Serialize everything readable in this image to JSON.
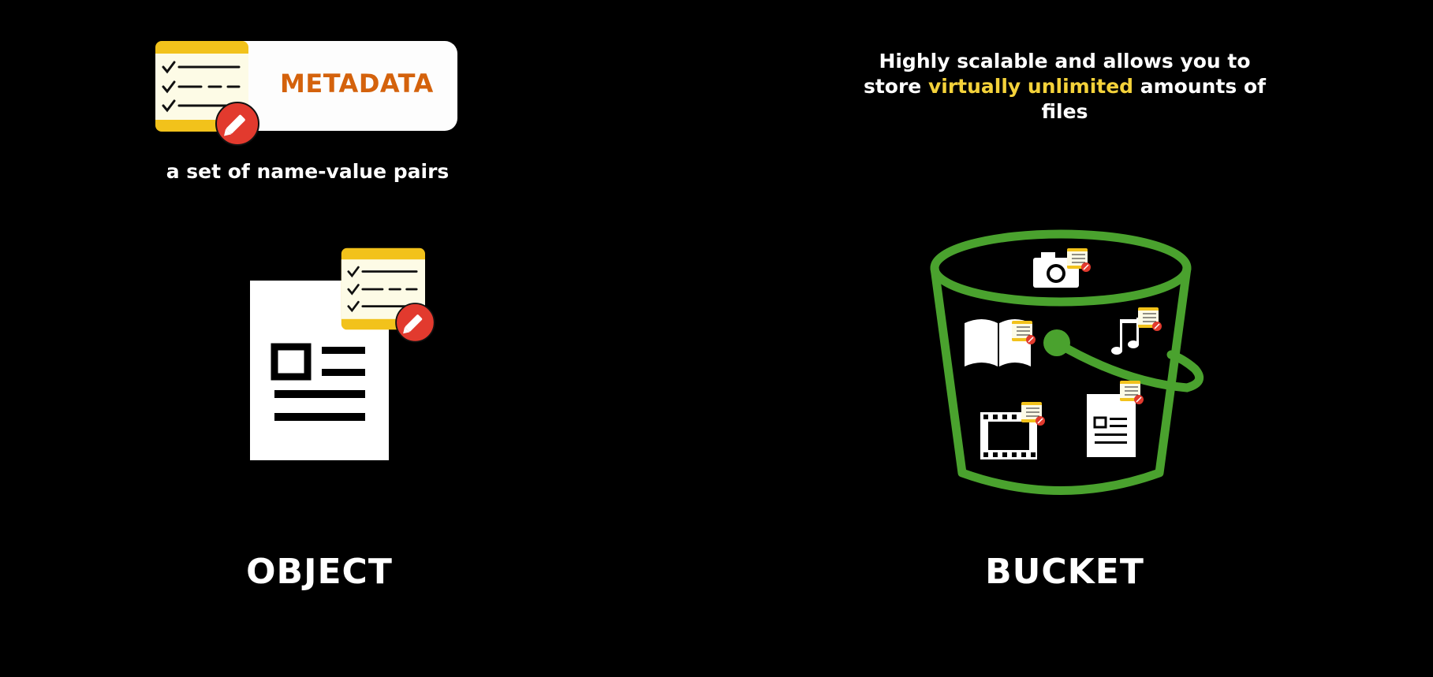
{
  "metadata": {
    "label": "METADATA",
    "caption": "a set of name-value pairs",
    "icon": "notepad-checklist-edit-icon"
  },
  "bucket_description": {
    "line1": "Highly scalable and allows you to",
    "line2_prefix": "store ",
    "line2_highlight": "virtually unlimited",
    "line2_suffix": " amounts of",
    "line3": "files",
    "highlight_color": "#f4d23a"
  },
  "object": {
    "title": "OBJECT",
    "icon": "document-icon"
  },
  "bucket": {
    "title": "BUCKET",
    "icon": "bucket-icon",
    "color": "#4aa22e",
    "contents": [
      "camera-icon",
      "book-icon",
      "music-note-icon",
      "film-icon",
      "document-icon"
    ]
  },
  "colors": {
    "background": "#000000",
    "notepad_yellow": "#f2c21b",
    "notepad_paper": "#fdfbe6",
    "edit_red": "#e23a2e",
    "metadata_text": "#d4620c"
  }
}
